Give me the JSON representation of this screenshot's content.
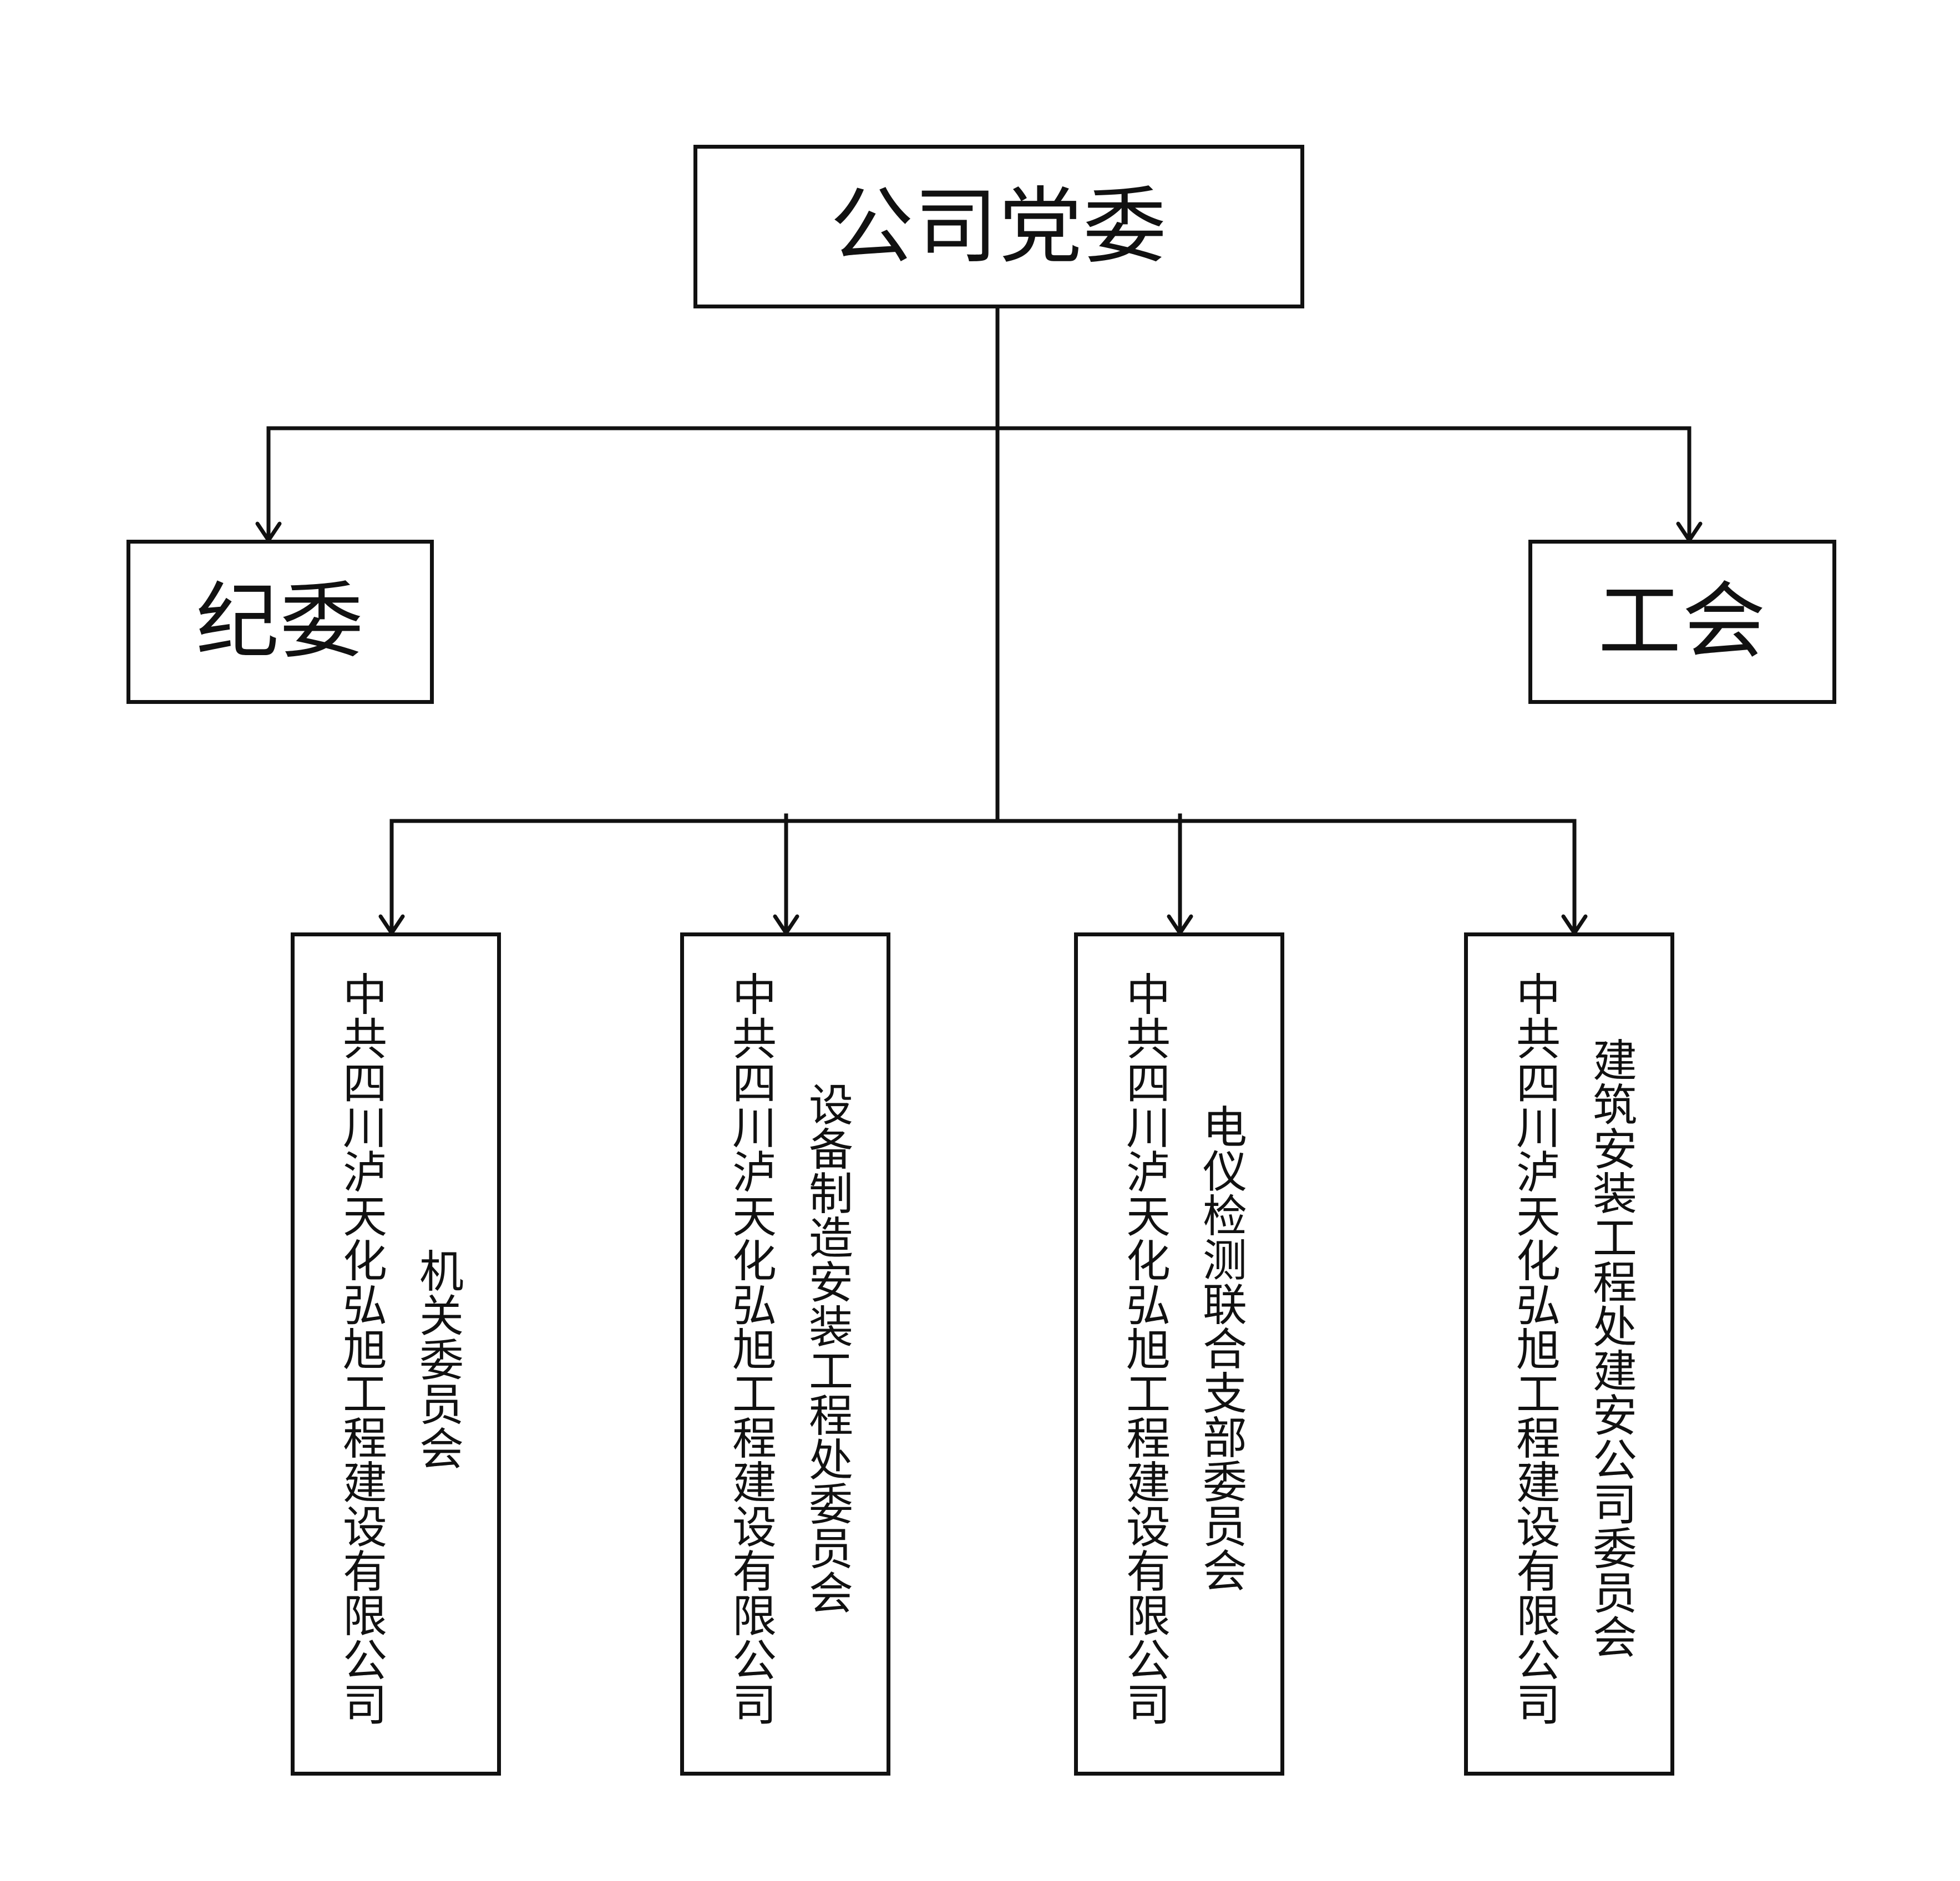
{
  "root": {
    "label": "公司党委"
  },
  "side_units": [
    {
      "label": "纪委"
    },
    {
      "label": "工会"
    }
  ],
  "branches": [
    {
      "company": "中共四川泸天化弘旭工程建设有限公司",
      "committee": "机关委员会"
    },
    {
      "company": "中共四川泸天化弘旭工程建设有限公司",
      "committee": "设备制造安装工程处委员会"
    },
    {
      "company": "中共四川泸天化弘旭工程建设有限公司",
      "committee": "电仪检测联合支部委员会"
    },
    {
      "company": "中共四川泸天化弘旭工程建设有限公司",
      "committee": "建筑安装工程处建安公司委员会"
    }
  ]
}
